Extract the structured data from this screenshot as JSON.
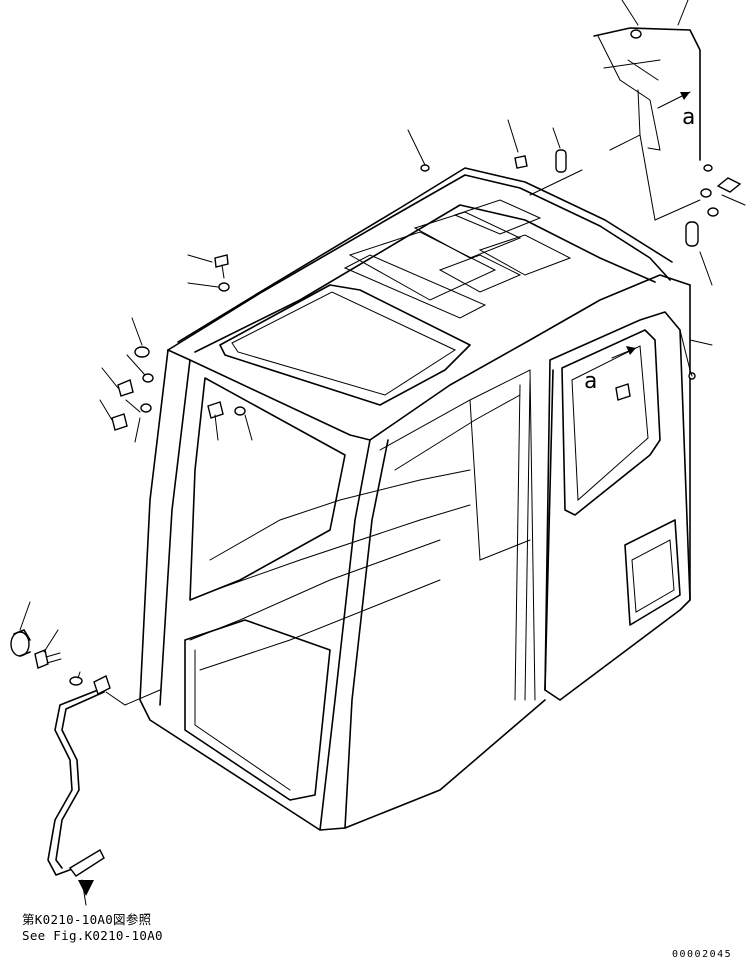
{
  "diagram": {
    "ref_mark_1": "a",
    "ref_mark_2": "a",
    "note_jp": "第K0210-10A0図参照",
    "note_en": "See Fig.K0210-10A0",
    "drawing_number": "00002045"
  }
}
